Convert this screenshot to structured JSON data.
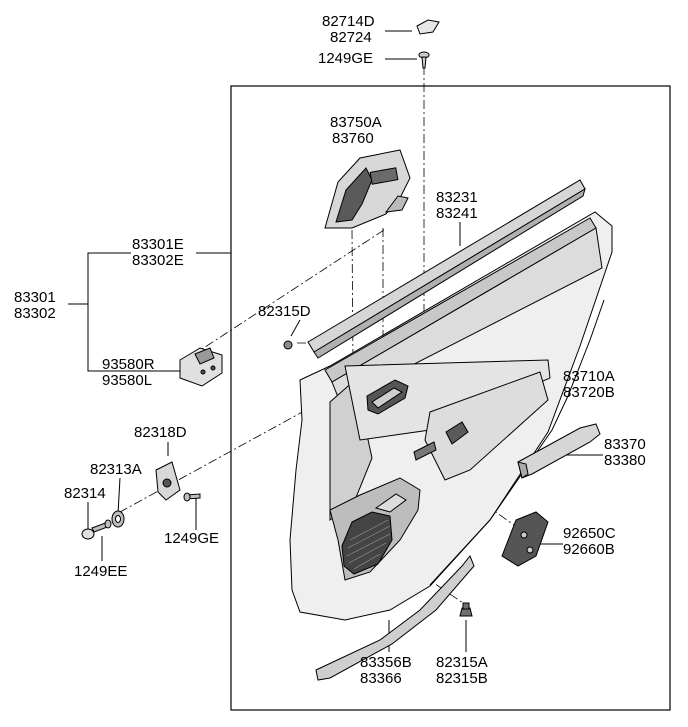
{
  "labels": {
    "l82714": [
      "82714D",
      "82724"
    ],
    "l1249top": [
      "1249GE"
    ],
    "l83750": [
      "83750A",
      "83760"
    ],
    "l83231": [
      "83231",
      "83241"
    ],
    "l83301e": [
      "83301E",
      "83302E"
    ],
    "l83301": [
      "83301",
      "83302"
    ],
    "l82315d": [
      "82315D"
    ],
    "l93580": [
      "93580R",
      "93580L"
    ],
    "l83710": [
      "83710A",
      "83720B"
    ],
    "l82318d": [
      "82318D"
    ],
    "l82313a": [
      "82313A"
    ],
    "l82314": [
      "82314"
    ],
    "l1249ge2": [
      "1249GE"
    ],
    "l1249ee": [
      "1249EE"
    ],
    "l83370": [
      "83370",
      "83380"
    ],
    "l92650": [
      "92650C",
      "92660B"
    ],
    "l83356": [
      "83356B",
      "83366"
    ],
    "l82315a": [
      "82315A",
      "82315B"
    ]
  }
}
